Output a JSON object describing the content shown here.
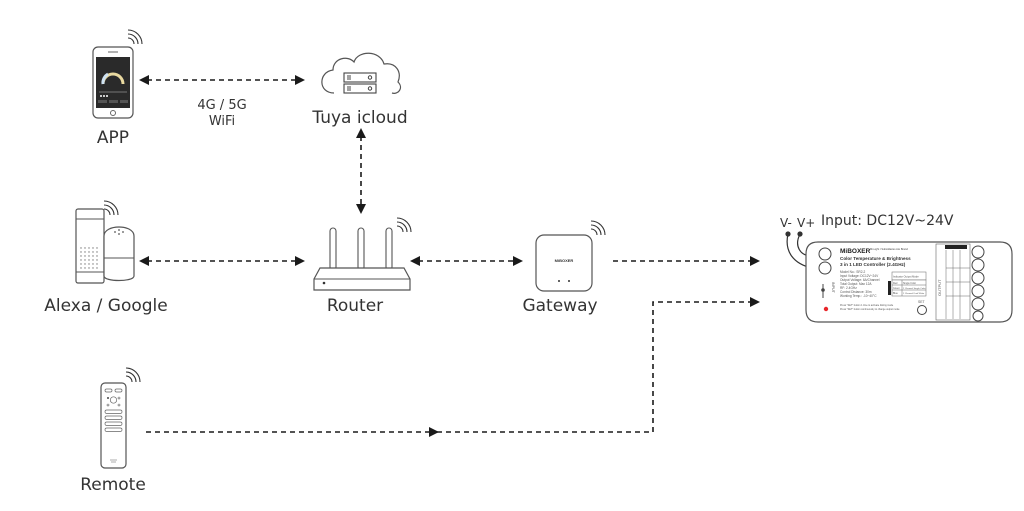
{
  "nodes": {
    "app": {
      "label": "APP"
    },
    "cloud": {
      "label": "Tuya icloud"
    },
    "alexa": {
      "label": "Alexa / Google"
    },
    "router": {
      "label": "Router"
    },
    "gateway": {
      "label": "Gateway",
      "brand": "MiBOXER"
    },
    "remote": {
      "label": "Remote"
    },
    "controller": {
      "input_label": "Input: DC12V~24V",
      "v_minus": "V-",
      "v_plus": "V+",
      "brand": "MiBOXER",
      "brand_sub": "Mi-Light / Subsidiaries Are Brand",
      "title1": "Color Temperature & Brightness",
      "title2": "3 in 1 LED Controller (2.4GHz)",
      "specs": [
        "Model No.: SR2-2",
        "Input Voltage: DC12V~24V",
        "Output Voltage: 6A/Channel",
        "Total Output: Max 12A",
        "RF: 2.4GHz",
        "Control Distance: 30m",
        "Working Temp.: -10~40°C"
      ],
      "indicator_header": "Indicator Output Mode",
      "modes": [
        {
          "color": "Red",
          "mode": "Single Color"
        },
        {
          "color": "Green",
          "mode": "2 Channel Single Color"
        },
        {
          "color": "Blue",
          "mode": "2 Channel Dual White"
        }
      ],
      "notes": [
        "Press \"SET\" button 1 time to activate linking mode",
        "Press \"SET\" button continuously to change output mode"
      ],
      "set_label": "SET",
      "input_side": "INPUT",
      "output_side": "OUTPUT",
      "led_color": "#e8262b"
    }
  },
  "connections": {
    "app_cloud_label_1": "4G / 5G",
    "app_cloud_label_2": "WiFi"
  },
  "colors": {
    "line": "#1a1a1a",
    "outline": "#555555"
  }
}
